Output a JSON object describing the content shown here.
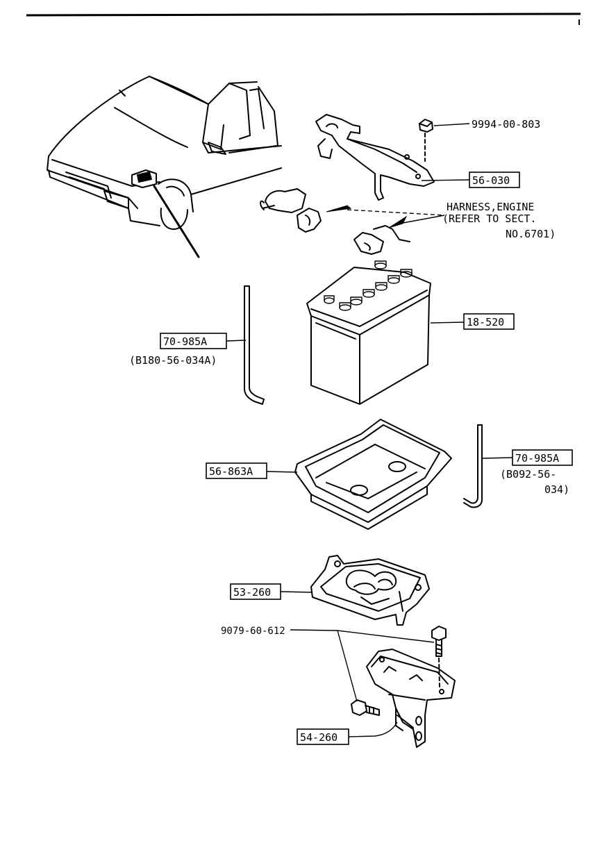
{
  "parts": {
    "nut": "9994-00-803",
    "hold_down_bracket": "56-030",
    "battery": "18-520",
    "rod_left": "70-985A",
    "rod_left_alt": "(B180-56-034A)",
    "tray": "56-863A",
    "rod_right": "70-985A",
    "rod_right_alt_1": "(B092-56-",
    "rod_right_alt_2": "034)",
    "carrier": "53-260",
    "bolt": "9079-60-612",
    "support_bracket": "54-260"
  },
  "harness": {
    "line1": "HARNESS,ENGINE",
    "line2": "(REFER TO SECT.",
    "line3": "NO.6701)"
  }
}
